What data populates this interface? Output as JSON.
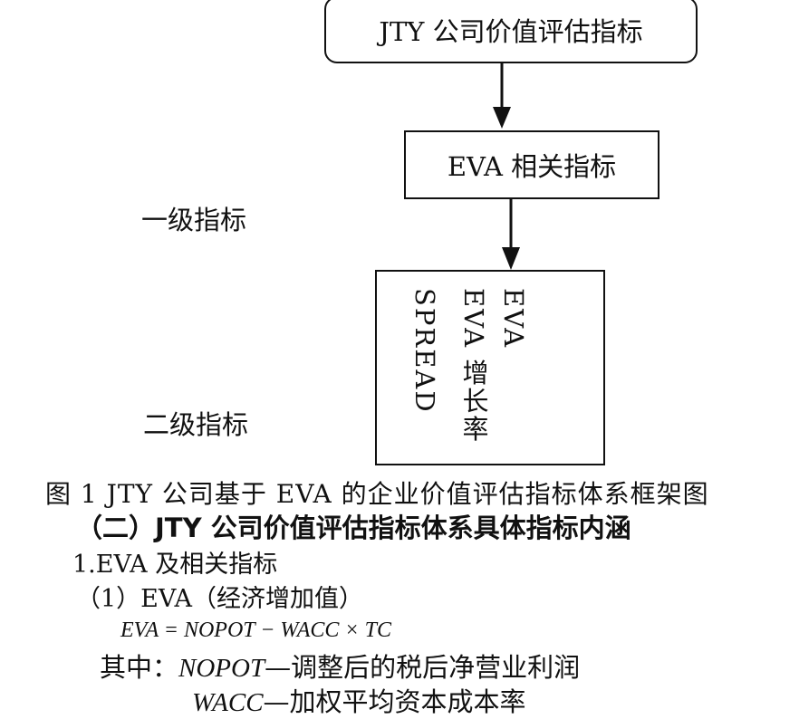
{
  "diagram": {
    "top_box": "JTY 公司价值评估指标",
    "mid_box": "EVA 相关指标",
    "bottom_box_items": [
      "EVA",
      "EVA 增长率",
      "SPREAD"
    ],
    "level_one_label": "一级指标",
    "level_two_label": "二级指标"
  },
  "caption": "图 1   JTY 公司基于 EVA 的企业价值评估指标体系框架图",
  "section_heading": "（二）JTY 公司价值评估指标体系具体指标内涵",
  "subsection_1": "1.EVA 及相关指标",
  "subsection_1_1": "（1）EVA（经济增加值）",
  "formula": "EVA = NOPOT − WACC × TC",
  "definitions": {
    "prefix": "其中：",
    "nopot_term": "NOPOT",
    "nopot_desc": "—调整后的税后净营业利润",
    "wacc_term": "WACC",
    "wacc_desc": "—加权平均资本成本率"
  }
}
